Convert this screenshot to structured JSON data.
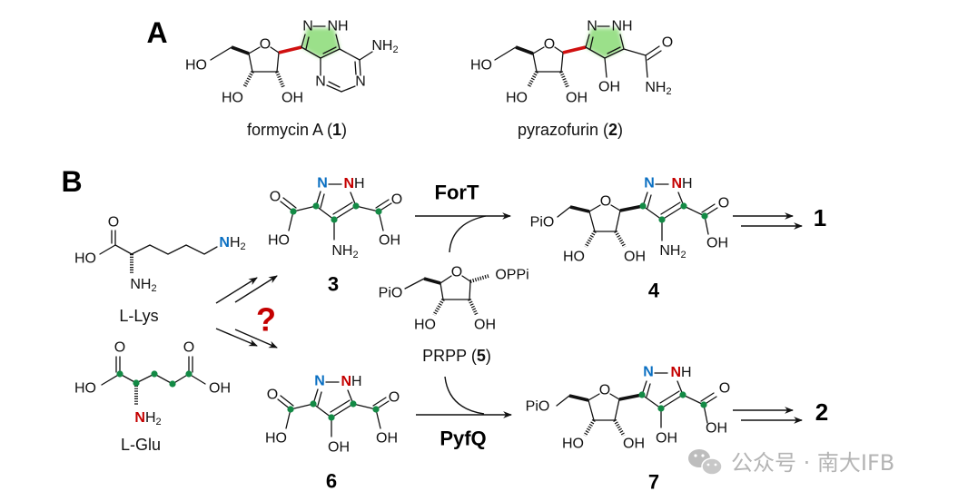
{
  "panels": {
    "a": "A",
    "b": "B"
  },
  "atoms": {
    "HO": "HO",
    "OH": "OH",
    "O": "O",
    "N": "N",
    "NH": "NH",
    "H": "H",
    "sub2": "2",
    "PiO": "PiO",
    "OPPi": "OPPi"
  },
  "compounds": {
    "formycin": {
      "name": "formycin A (",
      "num": "1",
      "close": ")"
    },
    "pyrazofurin": {
      "name": "pyrazofurin (",
      "num": "2",
      "close": ")"
    },
    "lys": "L-Lys",
    "glu": "L-Glu",
    "c3": "3",
    "c6": "6",
    "c4": "4",
    "c7": "7",
    "prpp": {
      "name": "PRPP (",
      "num": "5",
      "close": ")"
    }
  },
  "enzymes": {
    "fort": "ForT",
    "pyfq": "PyfQ"
  },
  "products": {
    "p1": "1",
    "p2": "2"
  },
  "question": "?",
  "watermark": "公众号 · 南大IFB",
  "colors": {
    "blue_n": "#0a6fc2",
    "red_n": "#c40000",
    "carbon_dot": "#138a45",
    "highlight": "#9be08a",
    "glycosidic_bond": "#d01010"
  }
}
